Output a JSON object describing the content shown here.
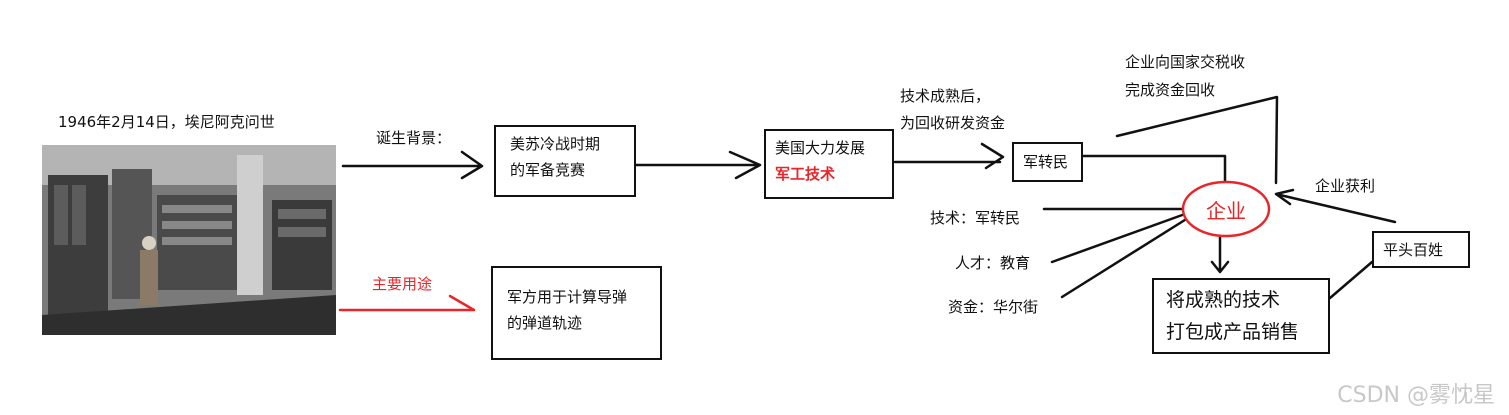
{
  "caption": "1946年2月14日，埃尼阿克问世",
  "labels": {
    "background": "诞生背景：",
    "main_use": "主要用途",
    "after_mature_1": "技术成熟后，",
    "after_mature_2": "为回收研发资金",
    "tax_1": "企业向国家交税收",
    "tax_2": "完成资金回收",
    "profit": "企业获利",
    "tech": "技术：军转民",
    "talent": "人才：教育",
    "funds": "资金：华尔街"
  },
  "boxes": {
    "cold_war": [
      "美苏冷战时期",
      "的军备竞赛"
    ],
    "military_use": [
      "军方用于计算导弹",
      "的弹道轨迹"
    ],
    "us_develop": [
      "美国大力发展",
      "军工技术"
    ],
    "mil_to_civ": "军转民",
    "enterprise": "企业",
    "package": [
      "将成熟的技术",
      "打包成产品销售"
    ],
    "people": "平头百姓"
  },
  "watermark": "CSDN @雾忱星",
  "colors": {
    "accent_red": "#e8262a",
    "line": "#111111"
  }
}
